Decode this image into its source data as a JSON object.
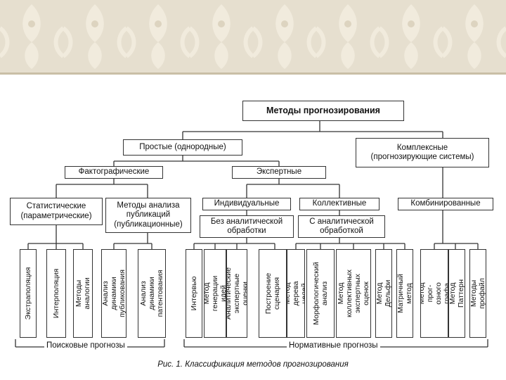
{
  "diagram": {
    "title": "Методы прогнозирования",
    "level1": {
      "simple": "Простые (однородные)",
      "complex": "Комплексные\n(прогнозирующие системы)"
    },
    "level2": {
      "factographic": "Фактографические",
      "expert": "Экспертные"
    },
    "level3": {
      "statistical": "Статистические\n(параметрические)",
      "publications": "Методы анализа\nпубликаций\n(публикационные)",
      "individual": "Индивидуальные",
      "collective": "Коллективные",
      "combined": "Комбинированные"
    },
    "level4": {
      "no_analytic": "Без аналитической\nобработки",
      "with_analytic": "С аналитической\nобработкой"
    },
    "methods": [
      "Экстраполяция",
      "Интерполяция",
      "Методы аналогии",
      "Анализ динамики\nпубликования",
      "Анализ динамики\nпатентования",
      "Интервью",
      "Метод генерации\nидей",
      "Аналитические\nэкспертные оценки",
      "Построение\nсценария",
      "Метод дерева целей",
      "Морфологический\nанализ",
      "Метод\nколлективных\nэкспертных оценок",
      "Метод Дельфи",
      "Матричный метод",
      "Метод прог-озного\nграфа",
      "Метод Паттерн",
      "Методы профайл"
    ],
    "footer": {
      "search": "Поисковые прогнозы",
      "normative": "Нормативные прогнозы"
    },
    "caption": "Рис. 1. Классификация методов прогнозирования"
  }
}
